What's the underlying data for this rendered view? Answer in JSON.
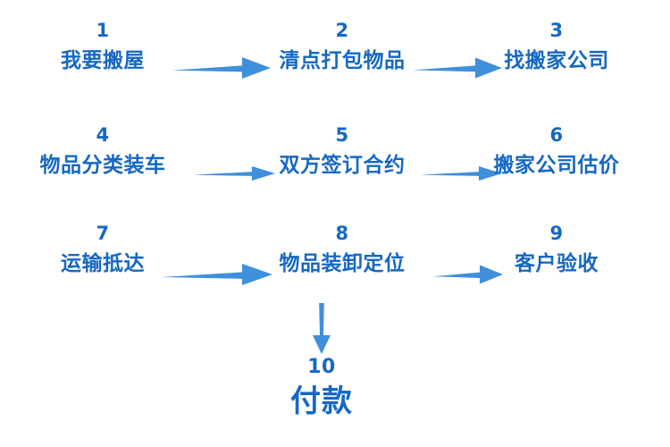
{
  "diagram": {
    "title_visible": false,
    "background_color": "#ffffff",
    "text_color": "#1668c4",
    "arrow_color": "#3f8fda",
    "steps": [
      {
        "number": "1",
        "label": "我要搬屋"
      },
      {
        "number": "2",
        "label": "清点打包物品"
      },
      {
        "number": "3",
        "label": "找搬家公司"
      },
      {
        "number": "4",
        "label": "物品分类装车"
      },
      {
        "number": "5",
        "label": "双方签订合约"
      },
      {
        "number": "6",
        "label": "搬家公司估价"
      },
      {
        "number": "7",
        "label": "运输抵达"
      },
      {
        "number": "8",
        "label": "物品装卸定位"
      },
      {
        "number": "9",
        "label": "客户验收"
      },
      {
        "number": "10",
        "label": "付款"
      }
    ],
    "connectors": [
      {
        "from": "1",
        "to": "2",
        "direction": "right"
      },
      {
        "from": "2",
        "to": "3",
        "direction": "right"
      },
      {
        "from": "4",
        "to": "5",
        "direction": "right"
      },
      {
        "from": "5",
        "to": "6",
        "direction": "right"
      },
      {
        "from": "7",
        "to": "8",
        "direction": "right"
      },
      {
        "from": "8",
        "to": "9",
        "direction": "right"
      },
      {
        "from": "8",
        "to": "10",
        "direction": "down"
      }
    ]
  }
}
